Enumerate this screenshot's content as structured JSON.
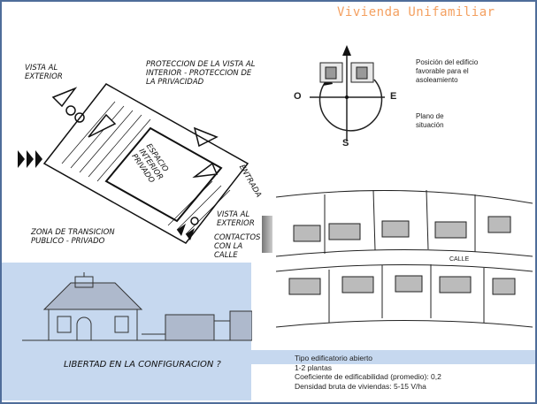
{
  "title": "Vivienda Unifamiliar",
  "sketch_labels": {
    "vista_exterior_1": "Vista al exterior",
    "proteccion": "Proteccion de la vista al interior - proteccion de la privacidad",
    "espacio": "Espacio interior privado",
    "entrada": "Entrada",
    "vista_exterior_2": "Vista al exterior",
    "zona": "Zona de transicion publico - privado",
    "contactos": "Contactos con la calle"
  },
  "compass": {
    "west": "O",
    "east": "E",
    "south": "S"
  },
  "orientation_caption": "Posición del edificio favorable para el asoleamiento",
  "plan_caption": "Plano de situación",
  "street_label": "CALLE",
  "elevation_caption": "LIBERTAD EN LA CONFIGURACION ?",
  "info_lines": [
    "Tipo edificatorio abierto",
    "1-2 plantas",
    "Coeficiente de edificabilidad (promedio): 0,2",
    "Densidad bruta de viviendas: 5-15 V/ha"
  ],
  "colors": {
    "frame": "#4f6d9a",
    "highlight": "#c6d8ef",
    "title": "#f4a060"
  }
}
